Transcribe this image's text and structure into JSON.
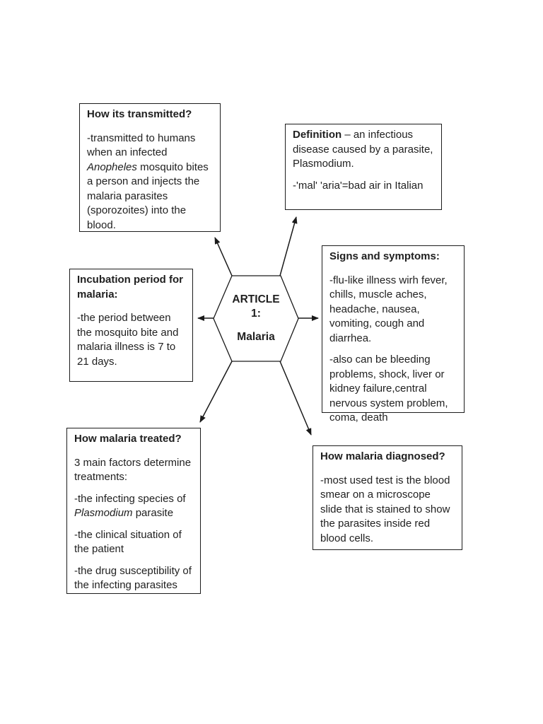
{
  "colors": {
    "background": "#ffffff",
    "text": "#1f1f1f",
    "line": "#1a1a1a",
    "border": "#1c1c1c"
  },
  "diagram": {
    "center": {
      "lines": [
        "ARTICLE",
        "1:",
        "Malaria"
      ]
    },
    "boxes": [
      {
        "name": "how-transmitted",
        "paragraphs": [
          [
            {
              "t": "How its transmitted?",
              "b": true
            }
          ],
          [
            {
              "t": "-transmitted to humans when an infected "
            },
            {
              "t": "Anopheles",
              "i": true
            },
            {
              "t": " mosquito bites a person and injects the malaria parasites (sporozoites) into the blood."
            }
          ]
        ]
      },
      {
        "name": "definition",
        "paragraphs": [
          [
            {
              "t": "Definition",
              "b": true
            },
            {
              "t": " – an infectious disease caused by a parasite, Plasmodium."
            }
          ],
          [
            {
              "t": "-'mal' 'aria'=bad air in Italian"
            }
          ]
        ]
      },
      {
        "name": "signs-and-symptoms",
        "paragraphs": [
          [
            {
              "t": "Signs and symptoms:",
              "b": true
            }
          ],
          [
            {
              "t": "-flu-like illness wirh fever, chills, muscle aches, headache, nausea, vomiting, cough and diarrhea."
            }
          ],
          [
            {
              "t": "-also can be bleeding problems, shock, liver or kidney failure,central nervous system problem, coma, death"
            }
          ]
        ]
      },
      {
        "name": "incubation-period",
        "paragraphs": [
          [
            {
              "t": "Incubation period for malaria:",
              "b": true
            }
          ],
          [
            {
              "t": "-the period between the mosquito bite and malaria illness is 7 to 21 days."
            }
          ]
        ]
      },
      {
        "name": "how-treated",
        "paragraphs": [
          [
            {
              "t": "How malaria treated?",
              "b": true
            }
          ],
          [
            {
              "t": "3 main factors determine treatments:"
            }
          ],
          [
            {
              "t": "-the infecting species of "
            },
            {
              "t": "Plasmodium",
              "i": true
            },
            {
              "t": " parasite"
            }
          ],
          [
            {
              "t": "-the clinical situation of the patient"
            }
          ],
          [
            {
              "t": "-the drug susceptibility of the infecting parasites"
            }
          ]
        ]
      },
      {
        "name": "how-diagnosed",
        "paragraphs": [
          [
            {
              "t": "How malaria diagnosed?",
              "b": true
            }
          ],
          [
            {
              "t": "-most used test is the blood smear on a microscope slide that is stained to show the parasites inside red blood cells."
            }
          ]
        ]
      }
    ]
  }
}
